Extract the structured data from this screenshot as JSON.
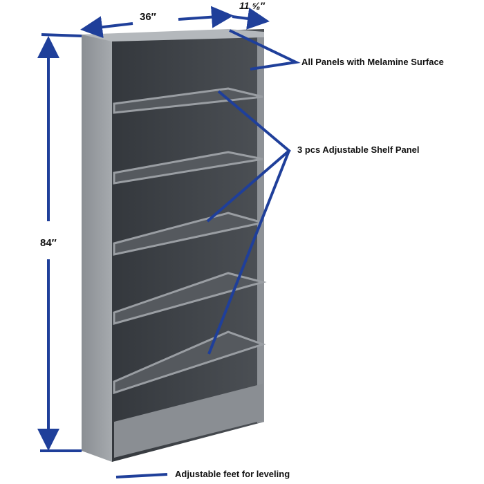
{
  "dimensions": {
    "width": "36″",
    "depth": "11 ⅝″",
    "height": "84″"
  },
  "callouts": {
    "panels": "All Panels with Melamine Surface",
    "shelves": "3 pcs Adjustable Shelf Panel",
    "feet": "Adjustable feet for leveling"
  },
  "colors": {
    "annotation_blue": "#1f3f9a",
    "shelf_side": "#9a9ea3",
    "shelf_interior": "#3e4247"
  }
}
